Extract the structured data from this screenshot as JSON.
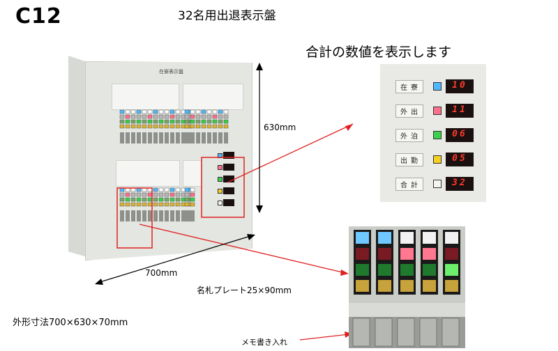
{
  "code": "C12",
  "title": "32名用出退表示盤",
  "subtitle": "合計の数値を表示します",
  "cabinet_title": "在寮表示盤",
  "dim_height": "630mm",
  "dim_width": "700mm",
  "name_plate": "名札プレート25×90mm",
  "outer_size": "外形寸法700×630×70mm",
  "memo_label": "メモ書き入れ",
  "counters": [
    {
      "label": "在寮",
      "value": "10",
      "color": "#4fb8ff"
    },
    {
      "label": "外出",
      "value": "11",
      "color": "#ff6f8c"
    },
    {
      "label": "外泊",
      "value": "06",
      "color": "#3ad24a"
    },
    {
      "label": "出勤",
      "value": "05",
      "color": "#f5d020"
    },
    {
      "label": "合計",
      "value": "32",
      "color": "#f4f4f4"
    }
  ],
  "annotation_color": "#e02020"
}
